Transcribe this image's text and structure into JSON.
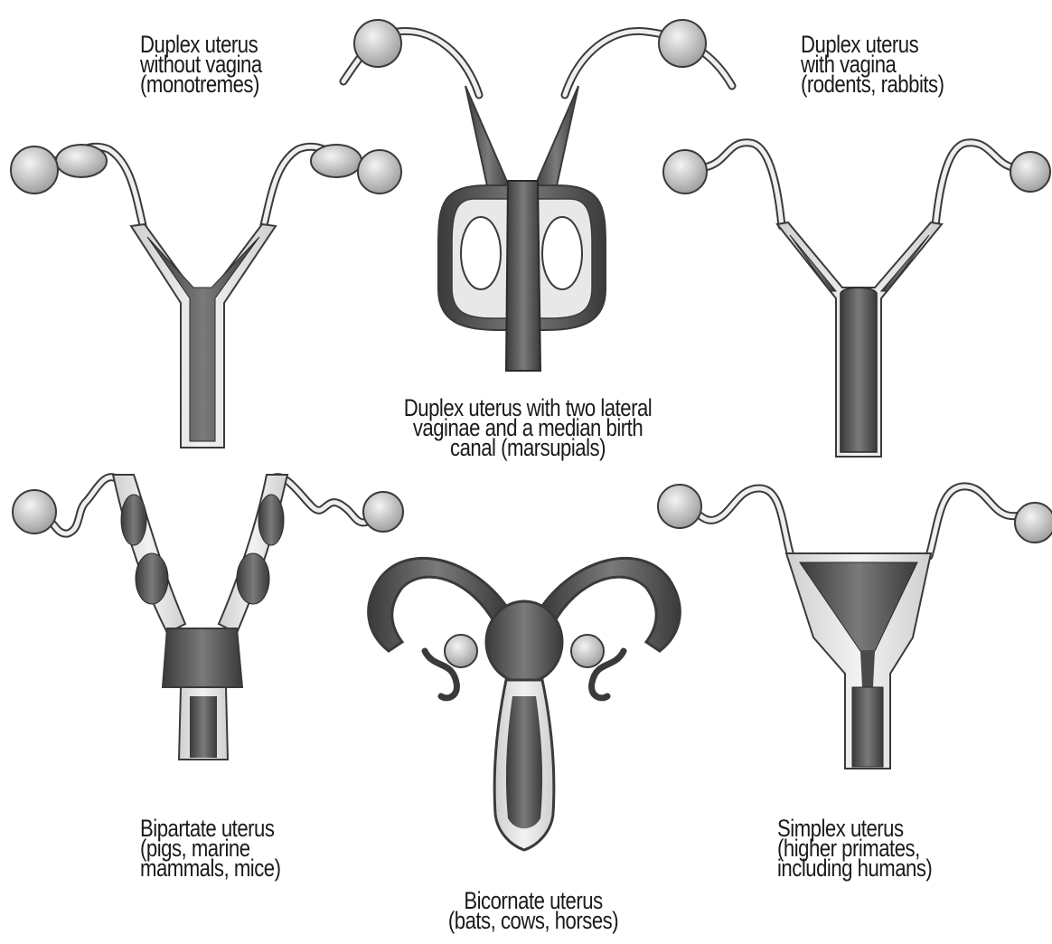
{
  "figure": {
    "captions": {
      "monotremes": "Duplex uterus\nwithout vagina\n(monotremes)",
      "marsupials": "Duplex uterus with two lateral\nvaginae and a median birth\ncanal (marsupials)",
      "rodents": "Duplex uterus\nwith vagina\n(rodents, rabbits)",
      "bipartate": "Bipartate uterus\n(pigs, marine\nmammals, mice)",
      "bicornate": "Bicornate uterus\n(bats, cows, horses)",
      "simplex": "Simplex uterus\n(higher primates,\nincluding humans)"
    },
    "style": {
      "ink": "#1a1a1a",
      "wall_fill": "#e6e6e6",
      "wall_stroke": "#3a3a3a",
      "lumen_fill": "#5c5c5c",
      "ovary_fill": "#d2d2d2",
      "background": "#ffffff"
    }
  }
}
